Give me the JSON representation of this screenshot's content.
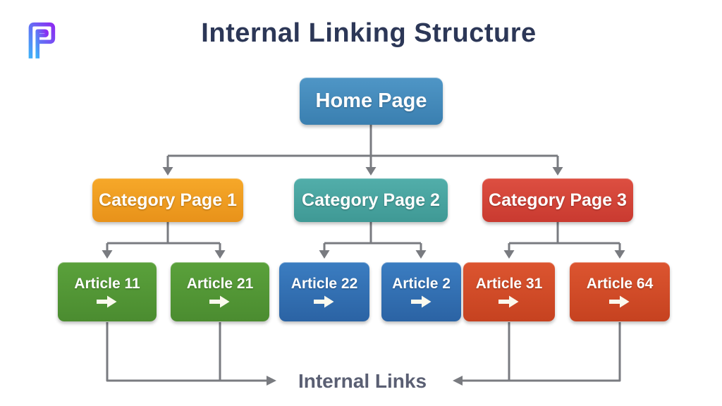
{
  "header": {
    "title": "Internal Linking Structure"
  },
  "footer": {
    "label": "Internal Links"
  },
  "colors": {
    "background": "#ffffff",
    "connector": "#797b80",
    "title_text": "#2c3757",
    "footer_text": "#5a5f73",
    "box_text": "#ffffff",
    "arrow_glyph": "#fbf9ee",
    "logo_gradient_start": "#8c2bf2",
    "logo_gradient_end": "#3fb0f8"
  },
  "diagram": {
    "home": {
      "label": "Home Page",
      "color_top": "#4f96c6",
      "color_bottom": "#3a7fb0"
    },
    "categories": [
      {
        "label": "Category Page 1",
        "color_top": "#f6a829",
        "color_bottom": "#e8921a"
      },
      {
        "label": "Category Page 2",
        "color_top": "#52aeaa",
        "color_bottom": "#3f9995"
      },
      {
        "label": "Category Page 3",
        "color_top": "#dd4f41",
        "color_bottom": "#c93a30"
      }
    ],
    "articles": [
      {
        "label": "Article 11",
        "color_top": "#5aa13b",
        "color_bottom": "#4b8c30"
      },
      {
        "label": "Article 21",
        "color_top": "#5aa13b",
        "color_bottom": "#4b8c30"
      },
      {
        "label": "Article 22",
        "color_top": "#3b7dc1",
        "color_bottom": "#2b63a4"
      },
      {
        "label": "Article 2",
        "color_top": "#3b7dc1",
        "color_bottom": "#2b63a4"
      },
      {
        "label": "Article 31",
        "color_top": "#dc5530",
        "color_bottom": "#c64220"
      },
      {
        "label": "Article 64",
        "color_top": "#dc5530",
        "color_bottom": "#c64220"
      }
    ]
  }
}
